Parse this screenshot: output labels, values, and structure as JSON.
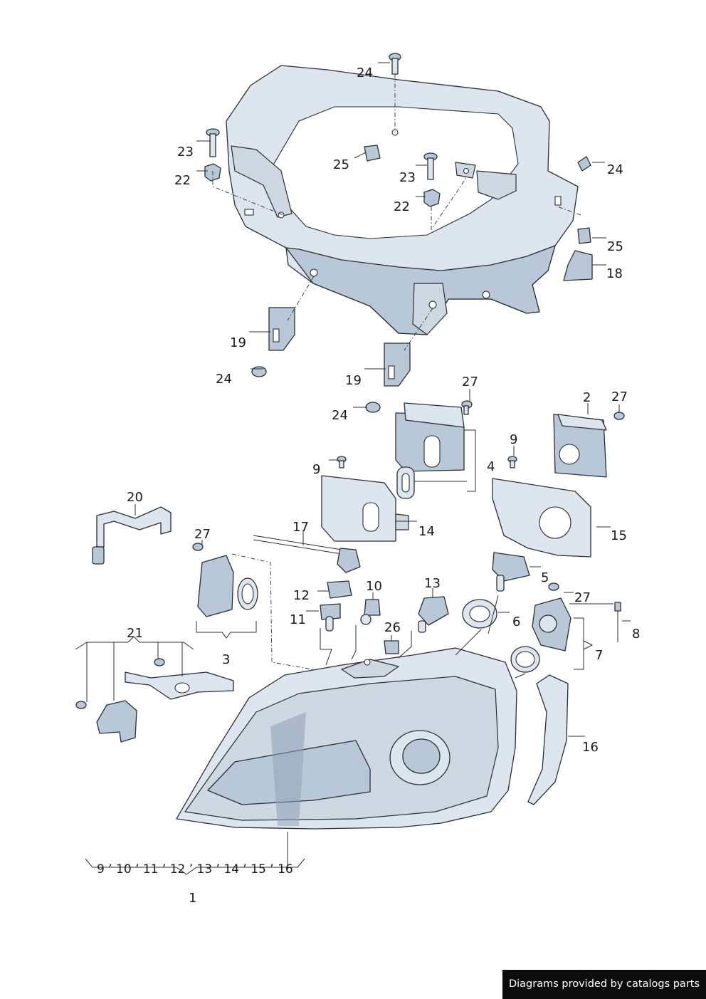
{
  "labels": {
    "l1": "1",
    "l2": "2",
    "l3": "3",
    "l4": "4",
    "l5": "5",
    "l6": "6",
    "l7": "7",
    "l8": "8",
    "l9a": "9",
    "l9b": "9",
    "l10": "10",
    "l11": "11",
    "l12": "12",
    "l13": "13",
    "l14": "14",
    "l15": "15",
    "l16": "16",
    "l17": "17",
    "l18": "18",
    "l19a": "19",
    "l19b": "19",
    "l20": "20",
    "l21": "21",
    "l22a": "22",
    "l22b": "22",
    "l23a": "23",
    "l23b": "23",
    "l24a": "24",
    "l24b": "24",
    "l24c": "24",
    "l24d": "24",
    "l25a": "25",
    "l25b": "25",
    "l26": "26",
    "l27a": "27",
    "l27b": "27",
    "l27c": "27",
    "l27d": "27",
    "kit": "9 ’ 10 ’ 11 ’ 12 ’ 13 ’ 14 ’ 15 ’ 16"
  },
  "credit": "Diagrams provided by catalogs parts",
  "colors": {
    "part": "#dde6ee",
    "outline": "#2a2f36",
    "credit_bg": "#0c0c0c"
  }
}
